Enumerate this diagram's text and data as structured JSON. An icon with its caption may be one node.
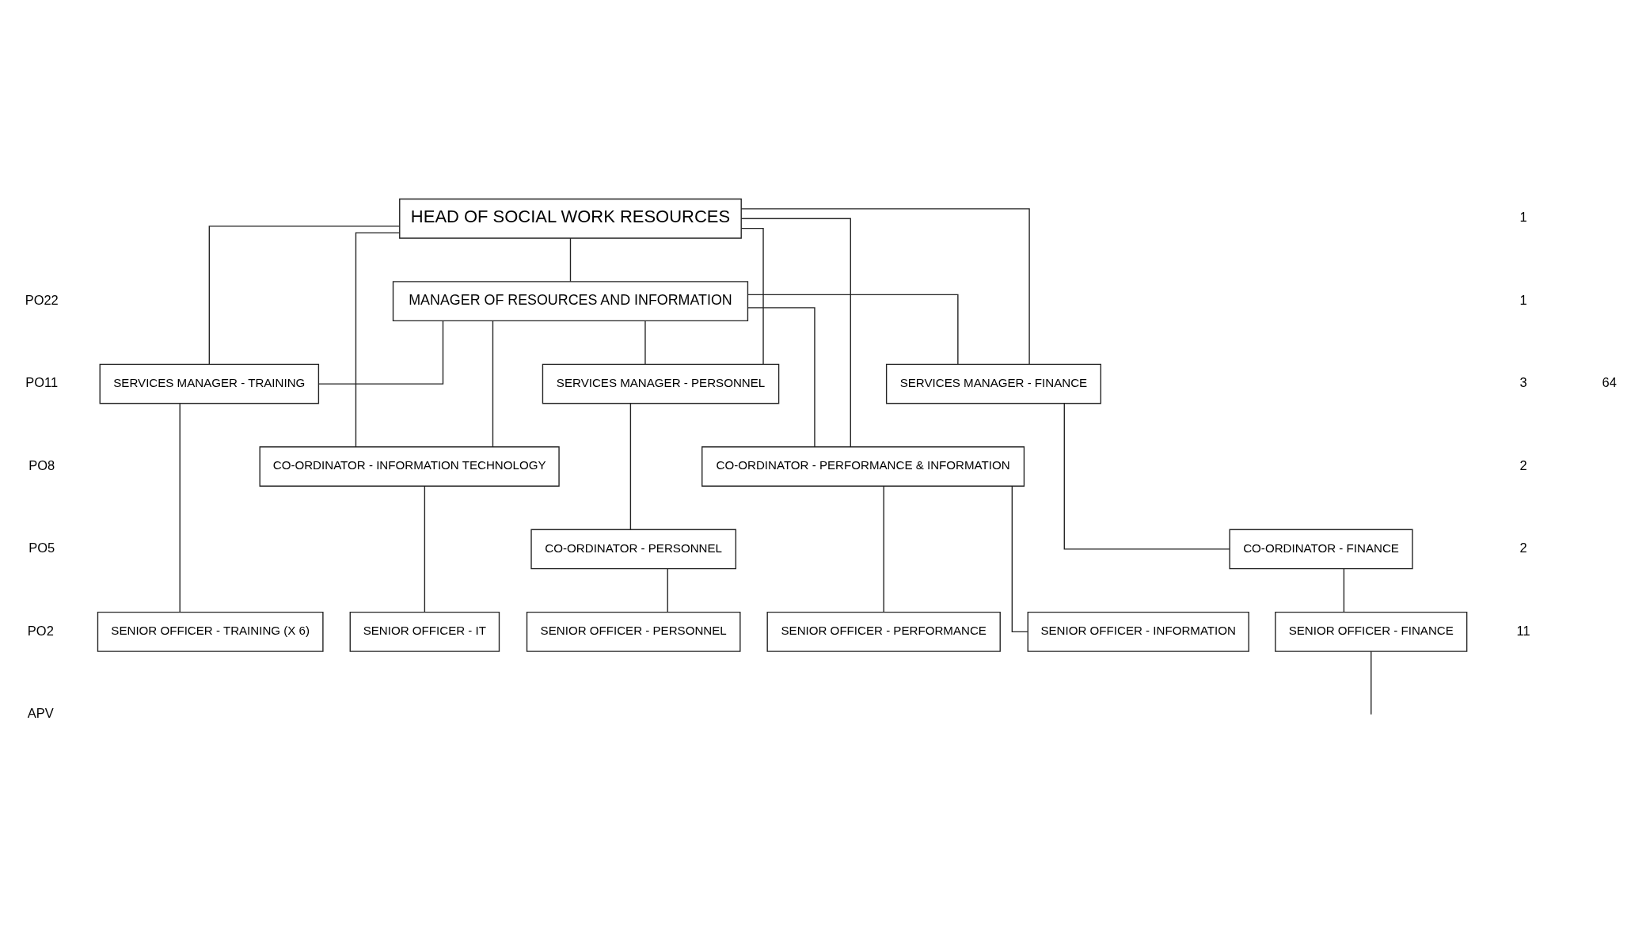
{
  "diagram": {
    "nodes": [
      {
        "text": [
          "HEAD OF SOCIAL WORK RESOURCES"
        ]
      },
      {
        "text": [
          "MANAGER OF RESOURCES AND INFORMATION"
        ]
      },
      {
        "text": [
          "SERVICES MANAGER - PERSONNEL"
        ]
      },
      {
        "text": [
          "SERVICES MANAGER - FINANCE"
        ]
      },
      {
        "text": [
          "CO-ORDINATOR - INFORMATION TECHNOLOGY"
        ]
      },
      {
        "text": [
          "CO-ORDINATOR - PERFORMANCE & INFORMATION"
        ]
      },
      {
        "text": [
          "SERVICES MANAGER - TRAINING"
        ]
      },
      {
        "text": [
          "CO-ORDINATOR - PERSONNEL"
        ]
      },
      {
        "text": [
          "CO-ORDINATOR - FINANCE"
        ]
      },
      {
        "text": [
          "SENIOR OFFICER - PERSONNEL"
        ]
      },
      {
        "text": [
          "SENIOR OFFICER - FINANCE"
        ]
      },
      {
        "text": [
          "SENIOR OFFICER - IT"
        ]
      },
      {
        "text": [
          "SENIOR OFFICER - PERFORMANCE"
        ]
      },
      {
        "text": [
          "SENIOR OFFICER - INFORMATION"
        ]
      },
      {
        "text": [
          "SENIOR OFFICER - TRAINING (X 6)"
        ]
      }
    ],
    "edges": [
      {
        "from": 0,
        "to": 1,
        "arrow": "none"
      },
      {
        "from": 0,
        "to": 2,
        "arrow": "none"
      },
      {
        "from": 0,
        "to": 3,
        "arrow": "none"
      },
      {
        "from": 0,
        "to": 4,
        "arrow": "none"
      },
      {
        "from": 0,
        "to": 5,
        "arrow": "none"
      },
      {
        "from": 0,
        "to": 6,
        "arrow": "none"
      },
      {
        "from": 1,
        "to": 2,
        "arrow": "none"
      },
      {
        "from": 1,
        "to": 3,
        "arrow": "none"
      },
      {
        "from": 1,
        "to": 4,
        "arrow": "none"
      },
      {
        "from": 1,
        "to": 5,
        "arrow": "none"
      },
      {
        "from": 1,
        "to": 6,
        "arrow": "none"
      },
      {
        "from": 2,
        "to": 7,
        "arrow": "none"
      },
      {
        "from": 7,
        "to": 9,
        "arrow": "none"
      },
      {
        "from": 3,
        "to": 8,
        "arrow": "none"
      },
      {
        "from": 8,
        "to": 10,
        "arrow": "none"
      },
      {
        "from": 10,
        "to": null,
        "arrow": "none"
      },
      {
        "from": 4,
        "to": 11,
        "arrow": "none"
      },
      {
        "from": 5,
        "to": 12,
        "arrow": "none"
      },
      {
        "from": 5,
        "to": 13,
        "arrow": "none"
      },
      {
        "from": 6,
        "to": 14,
        "arrow": "none"
      }
    ],
    "labels": [
      "1",
      "PO22",
      "1",
      "PO11",
      "3",
      "64",
      "PO8",
      "2",
      "PO5",
      "2",
      "PO2",
      "11",
      "APV"
    ]
  }
}
